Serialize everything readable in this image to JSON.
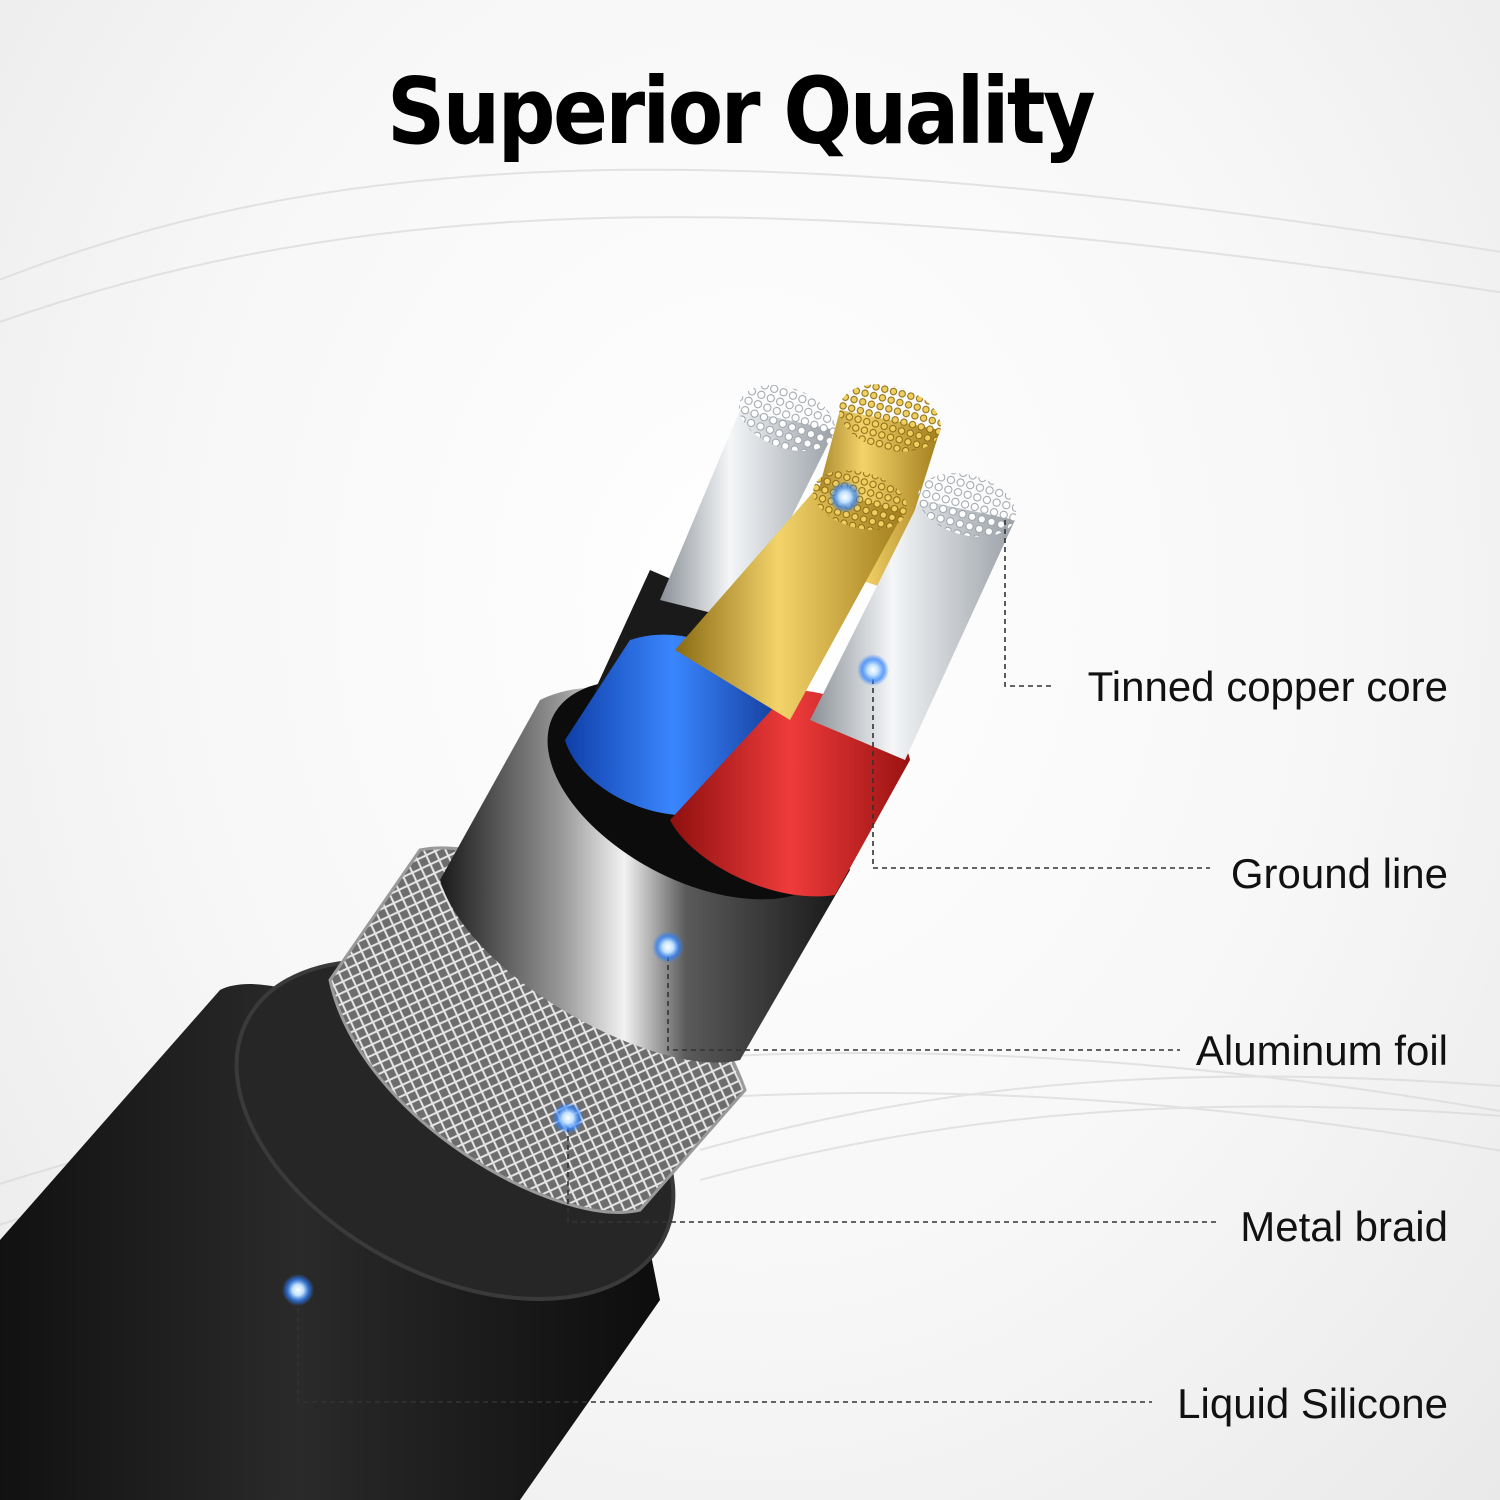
{
  "heading": "Superior Quality",
  "layers": [
    {
      "id": "core",
      "label": "Tinned copper core"
    },
    {
      "id": "ground",
      "label": "Ground line"
    },
    {
      "id": "foil",
      "label": "Aluminum foil"
    },
    {
      "id": "braid",
      "label": "Metal braid"
    },
    {
      "id": "silicone",
      "label": "Liquid Silicone"
    }
  ],
  "colors": {
    "jacket": "#1b1b1b",
    "marker": "#2a7fff",
    "copper": "#c9a12e",
    "tin": "#c8cdd2",
    "blue_insulation": "#1f5fd6",
    "red_insulation": "#d21c1c"
  }
}
